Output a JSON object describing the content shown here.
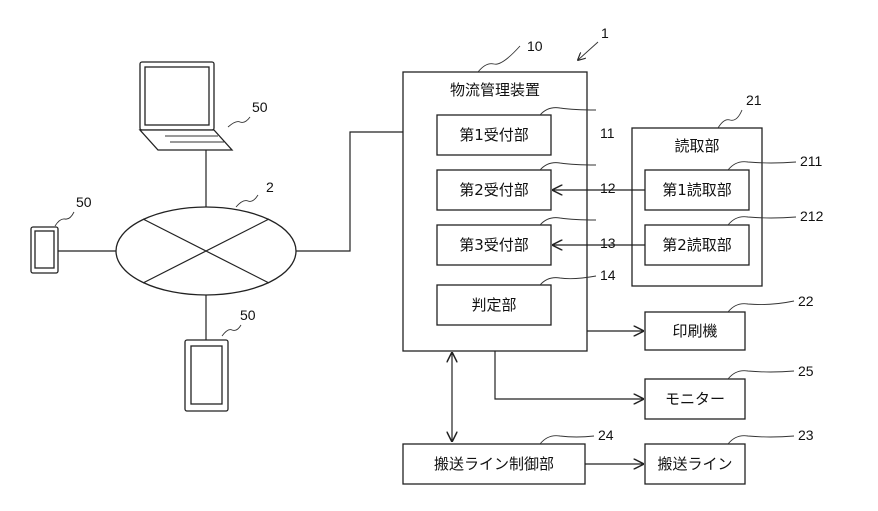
{
  "system_ref": "1",
  "network": {
    "ref": "2"
  },
  "terminal_ref": "50",
  "logistics_device": {
    "ref": "10",
    "title": "物流管理装置",
    "units": [
      {
        "ref": "11",
        "label": "第1受付部"
      },
      {
        "ref": "12",
        "label": "第2受付部"
      },
      {
        "ref": "13",
        "label": "第3受付部"
      },
      {
        "ref": "14",
        "label": "判定部"
      }
    ]
  },
  "reader": {
    "ref": "21",
    "title": "読取部",
    "units": [
      {
        "ref": "211",
        "label": "第1読取部"
      },
      {
        "ref": "212",
        "label": "第2読取部"
      }
    ]
  },
  "printer": {
    "ref": "22",
    "label": "印刷機"
  },
  "monitor": {
    "ref": "25",
    "label": "モニター"
  },
  "conveyor_controller": {
    "ref": "24",
    "label": "搬送ライン制御部"
  },
  "conveyor_line": {
    "ref": "23",
    "label": "搬送ライン"
  }
}
